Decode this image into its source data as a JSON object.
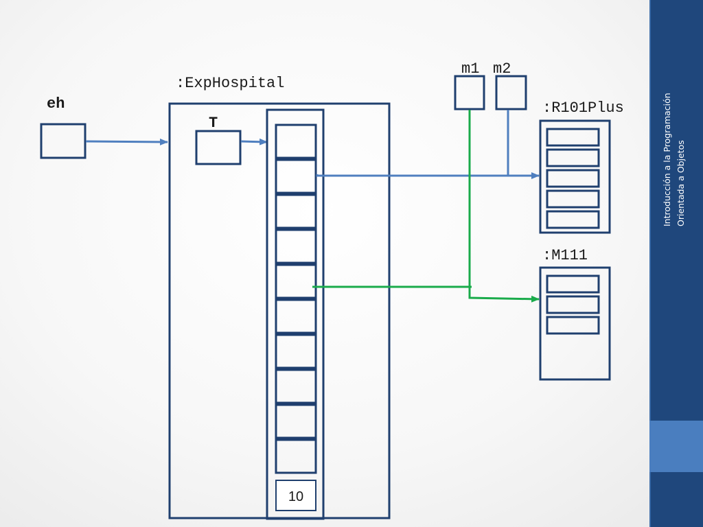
{
  "diagram": {
    "variables": {
      "eh": "eh",
      "t": "T",
      "m1": "m1",
      "m2": "m2"
    },
    "objects": {
      "exp_hospital": ":ExpHospital",
      "r101plus": ":R101Plus",
      "m111": ":M111"
    },
    "array_length": "10",
    "colors": {
      "box_stroke": "#1f3f6e",
      "blue_arrow": "#4f7fbf",
      "green_arrow": "#1aab4b"
    }
  },
  "sidebar": {
    "line1": "Introducción a la Programación",
    "line2": "Orientada a Objetos"
  }
}
